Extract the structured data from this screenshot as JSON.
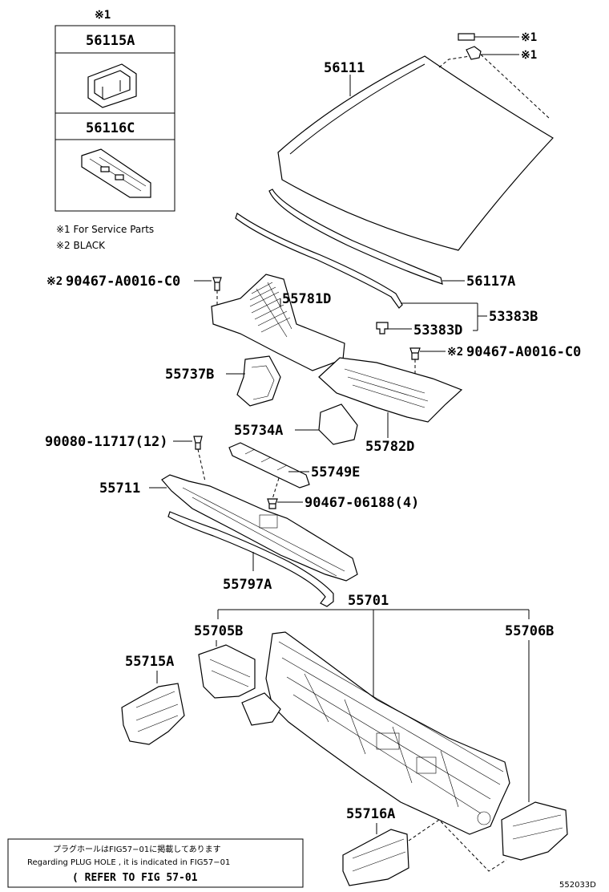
{
  "diagram_id": "552033D",
  "service_box": {
    "mark": "※1",
    "parts": [
      "56115A",
      "56116C"
    ]
  },
  "notes": [
    "※1 For Service Parts",
    "※2 BLACK"
  ],
  "labels": {
    "p56111": "56111",
    "p56111_clip1_mark": "※1",
    "p56111_clip2_mark": "※1",
    "p56117A": "56117A",
    "p53383B": "53383B",
    "p53383D": "53383D",
    "p55781D": "55781D",
    "p90467_left_mark": "※2",
    "p90467_left": "90467-A0016-C0",
    "p90467_right_mark": "※2",
    "p90467_right": "90467-A0016-C0",
    "p55737B": "55737B",
    "p55734A": "55734A",
    "p55782D": "55782D",
    "p90080": "90080-11717(12)",
    "p55749E": "55749E",
    "p55711": "55711",
    "p90467_06188": "90467-06188(4)",
    "p55797A": "55797A",
    "p55701": "55701",
    "p55705B": "55705B",
    "p55706B": "55706B",
    "p55715A": "55715A",
    "p55716A": "55716A"
  },
  "reference_box": {
    "line_jp": "プラグホールはFIG57−01に掲載してあります",
    "line_en": "Regarding PLUG HOLE , it is indicated in FIG57−01",
    "line_ref": "( REFER TO FIG 57-01"
  }
}
